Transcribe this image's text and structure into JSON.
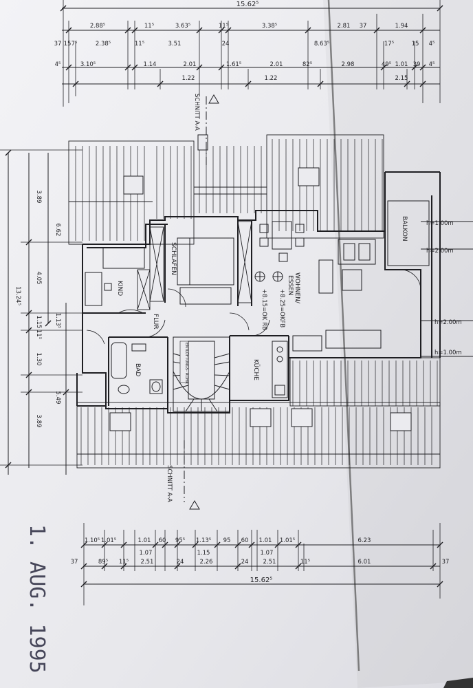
{
  "paper_color": "#ebebef",
  "ink_color": "#1e1e22",
  "stamp_color": "#2a2a40",
  "dims": {
    "top_total": "15.62⁵",
    "top_row1": [
      "2.88⁵",
      "11⁵",
      "3.63⁵",
      "11⁵",
      "3.38⁵",
      "2.81",
      "37",
      "1.94"
    ],
    "top_row2": [
      "37",
      "15",
      "7⁵",
      "2.38⁵",
      "11⁵",
      "3.51",
      "24",
      "8.63⁵",
      "17⁵",
      "15",
      "4⁵"
    ],
    "top_row3": [
      "4⁵",
      "3.10⁵",
      "1.14",
      "2.01",
      "1.61⁵",
      "2.01",
      "82⁵",
      "2.98",
      "49⁵",
      "1.01",
      "39",
      "4⁵"
    ],
    "top_row3_sub": [
      "1.22",
      "1.22",
      "2.15"
    ],
    "left_outer": [
      "13.24⁵"
    ],
    "left_inner": [
      "3.89",
      "4.05",
      "1.15",
      "11⁵",
      "1.30",
      "3.89"
    ],
    "left_mid": [
      "6.62",
      "1.13⁵",
      "5.49"
    ],
    "bottom_row1": [
      "1.10⁵",
      "1.01⁵",
      "1.01",
      "60",
      "95⁵",
      "1.13⁵",
      "95",
      "60",
      "1.01",
      "1.01⁵",
      "6.23"
    ],
    "bottom_row1_sub": [
      "1.07",
      "1.15",
      "1.07"
    ],
    "bottom_row2": [
      "37",
      "89⁵",
      "11⁵",
      "2.51",
      "24",
      "2.26",
      "24",
      "2.51",
      "11⁵",
      "6.01",
      "37"
    ],
    "bottom_total": "15.62⁵"
  },
  "section_label": "SCHNITT A-A",
  "rooms": {
    "schlafen": "SCHLAFEN",
    "kind": "KIND",
    "flur": "FLUR",
    "bad": "BAD",
    "kueche": "KÜCHE",
    "wohnen": "WOHNEN/",
    "essen": "ESSEN",
    "balkon": "BALKON",
    "shaft": "ENTLÜFTUNGS-\nROHR"
  },
  "levels": {
    "level1": "+8.25=OKFB",
    "level2": "+8.15=OK RB"
  },
  "heights": [
    "h=1.00m",
    "h=2.00m",
    "h=2.00m",
    "h=1.00m"
  ],
  "stamp_date": "1. AUG. 1995"
}
